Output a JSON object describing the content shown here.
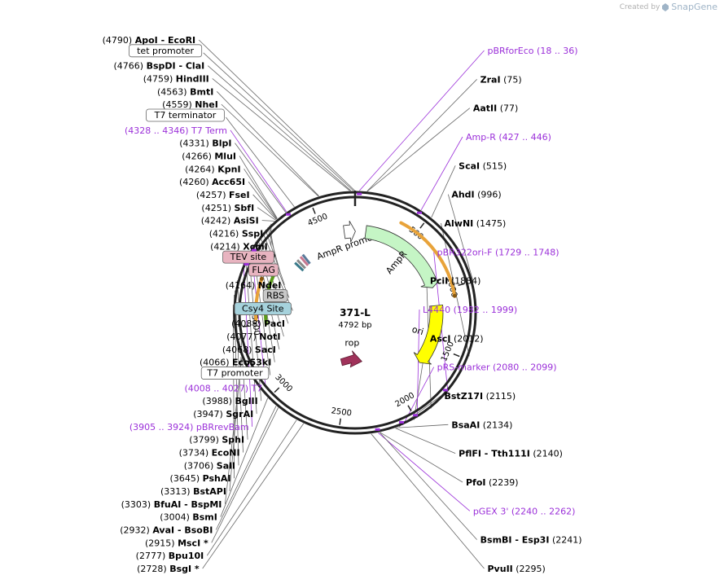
{
  "credit": {
    "created_by": "Created by",
    "brand": "SnapGene"
  },
  "plasmid": {
    "name": "371-L",
    "length": "4792 bp",
    "total_bp": 4792
  },
  "ring_ticks": [
    {
      "bp": 500,
      "label": "500"
    },
    {
      "bp": 1000,
      "label": "1000"
    },
    {
      "bp": 1500,
      "label": "1500"
    },
    {
      "bp": 2000,
      "label": "2000"
    },
    {
      "bp": 2500,
      "label": "2500"
    },
    {
      "bp": 3000,
      "label": "3000"
    },
    {
      "bp": 3500,
      "label": "3500"
    },
    {
      "bp": 4000,
      "label": "4000"
    },
    {
      "bp": 4500,
      "label": "4500"
    }
  ],
  "features": [
    {
      "name": "AmpR promoter",
      "start": 4690,
      "end": 4795,
      "color": "#ffffff",
      "dir": 1,
      "label": "AmpR promoter"
    },
    {
      "name": "AmpR",
      "start": 100,
      "end": 960,
      "color": "#c5f5c5",
      "dir": 1,
      "label": "AmpR"
    },
    {
      "name": "ori",
      "start": 1130,
      "end": 1700,
      "color": "#ffff00",
      "dir": 1,
      "label": "ori"
    },
    {
      "name": "rop",
      "start": 2380,
      "end": 2570,
      "color": "#a0325a",
      "dir": -1,
      "label": "rop"
    }
  ],
  "primer_arcs": [
    {
      "start": 360,
      "end": 1070,
      "color": "#e8a33a"
    },
    {
      "start": 3540,
      "end": 3860,
      "color": "#e8a33a"
    },
    {
      "start": 3500,
      "end": 3950,
      "color": "#5a9a1a"
    }
  ],
  "right_labels": [
    {
      "pos": "(18 .. 36)",
      "name": "pBRforEco",
      "bp": 27,
      "primer": true
    },
    {
      "pos": "(75)",
      "name": "ZraI",
      "bp": 75
    },
    {
      "pos": "(77)",
      "name": "AatII",
      "bp": 77
    },
    {
      "pos": "(427 .. 446)",
      "name": "Amp-R",
      "bp": 436,
      "primer": true
    },
    {
      "pos": "(515)",
      "name": "ScaI",
      "bp": 515
    },
    {
      "pos": "(996)",
      "name": "AhdI",
      "bp": 996
    },
    {
      "pos": "(1475)",
      "name": "AlwNI",
      "bp": 1475
    },
    {
      "pos": "(1729 .. 1748)",
      "name": "pBR322ori-F",
      "bp": 1738,
      "primer": true
    },
    {
      "pos": "(1884)",
      "name": "PciI",
      "bp": 1884
    },
    {
      "pos": "(1982 .. 1999)",
      "name": "L4440",
      "bp": 1990,
      "primer": true
    },
    {
      "pos": "(2012)",
      "name": "AscI",
      "bp": 2012
    },
    {
      "pos": "(2080 .. 2099)",
      "name": "pRS-marker",
      "bp": 2090,
      "primer": true
    },
    {
      "pos": "(2115)",
      "name": "BstZ17I",
      "bp": 2115
    },
    {
      "pos": "(2134)",
      "name": "BsaAI",
      "bp": 2134
    },
    {
      "pos": "(2140)",
      "name": "PflFI - Tth111I",
      "bp": 2140
    },
    {
      "pos": "(2239)",
      "name": "PfoI",
      "bp": 2239
    },
    {
      "pos": "(2240 .. 2262)",
      "name": "pGEX 3'",
      "bp": 2251,
      "primer": true
    },
    {
      "pos": "(2241)",
      "name": "BsmBI - Esp3I",
      "bp": 2241
    },
    {
      "pos": "(2295)",
      "name": "PvuII",
      "bp": 2295
    }
  ],
  "left_labels": [
    {
      "pos": "(4790)",
      "name": "ApoI - EcoRI",
      "bp": 4790
    },
    {
      "box": "tet promoter",
      "bp": 4781
    },
    {
      "pos": "(4766)",
      "name": "BspDI - ClaI",
      "bp": 4766
    },
    {
      "pos": "(4759)",
      "name": "HindIII",
      "bp": 4759
    },
    {
      "pos": "(4563)",
      "name": "BmtI",
      "bp": 4563
    },
    {
      "pos": "(4559)",
      "name": "NheI",
      "bp": 4559
    },
    {
      "box": "T7 terminator",
      "bp": 4395
    },
    {
      "pos": "(4328 .. 4346)",
      "name": "T7 Term",
      "bp": 4337,
      "primer": true
    },
    {
      "pos": "(4331)",
      "name": "BlpI",
      "bp": 4331
    },
    {
      "pos": "(4266)",
      "name": "MluI",
      "bp": 4266
    },
    {
      "pos": "(4264)",
      "name": "KpnI",
      "bp": 4264
    },
    {
      "pos": "(4260)",
      "name": "Acc65I",
      "bp": 4260
    },
    {
      "pos": "(4257)",
      "name": "FseI",
      "bp": 4257
    },
    {
      "pos": "(4251)",
      "name": "SbfI",
      "bp": 4251
    },
    {
      "pos": "(4242)",
      "name": "AsiSI",
      "bp": 4242
    },
    {
      "pos": "(4216)",
      "name": "SspI",
      "bp": 4216
    },
    {
      "pos": "(4214)",
      "name": "XcmI",
      "bp": 4214
    },
    {
      "box": "TEV site",
      "bp": 4200,
      "fill": "#e8b4c0"
    },
    {
      "box": "FLAG",
      "bp": 4185,
      "fill": "#e8b4c0"
    },
    {
      "pos": "(4164)",
      "name": "NdeI",
      "bp": 4164
    },
    {
      "box": "RBS",
      "bp": 4140,
      "fill": "#c8c8c8"
    },
    {
      "box": "Csy4 Site",
      "bp": 4110,
      "fill": "#a6d2dc"
    },
    {
      "pos": "(4088)",
      "name": "PacI",
      "bp": 4088
    },
    {
      "pos": "(4077)",
      "name": "NotI",
      "bp": 4077
    },
    {
      "pos": "(4068)",
      "name": "SacI",
      "bp": 4068
    },
    {
      "pos": "(4066)",
      "name": "Eco53kI",
      "bp": 4066
    },
    {
      "box": "T7 promoter",
      "bp": 4035
    },
    {
      "pos": "(4008 .. 4027)",
      "name": "T7",
      "bp": 4017,
      "primer": true
    },
    {
      "pos": "(3988)",
      "name": "BglII",
      "bp": 3988
    },
    {
      "pos": "(3947)",
      "name": "SgrAI",
      "bp": 3947
    },
    {
      "pos": "(3905 .. 3924)",
      "name": "pBRrevBam",
      "bp": 3914,
      "primer": true
    },
    {
      "pos": "(3799)",
      "name": "SphI",
      "bp": 3799
    },
    {
      "pos": "(3734)",
      "name": "EcoNI",
      "bp": 3734
    },
    {
      "pos": "(3706)",
      "name": "SalI",
      "bp": 3706
    },
    {
      "pos": "(3645)",
      "name": "PshAI",
      "bp": 3645
    },
    {
      "pos": "(3313)",
      "name": "BstAPI",
      "bp": 3313
    },
    {
      "pos": "(3303)",
      "name": "BfuAI - BspMI",
      "bp": 3303
    },
    {
      "pos": "(3004)",
      "name": "BsmI",
      "bp": 3004
    },
    {
      "pos": "(2932)",
      "name": "AvaI - BsoBI",
      "bp": 2932
    },
    {
      "pos": "(2915)",
      "name": "MscI *",
      "bp": 2915
    },
    {
      "pos": "(2777)",
      "name": "Bpu10I",
      "bp": 2777
    },
    {
      "pos": "(2728)",
      "name": "BsgI *",
      "bp": 2728
    }
  ]
}
